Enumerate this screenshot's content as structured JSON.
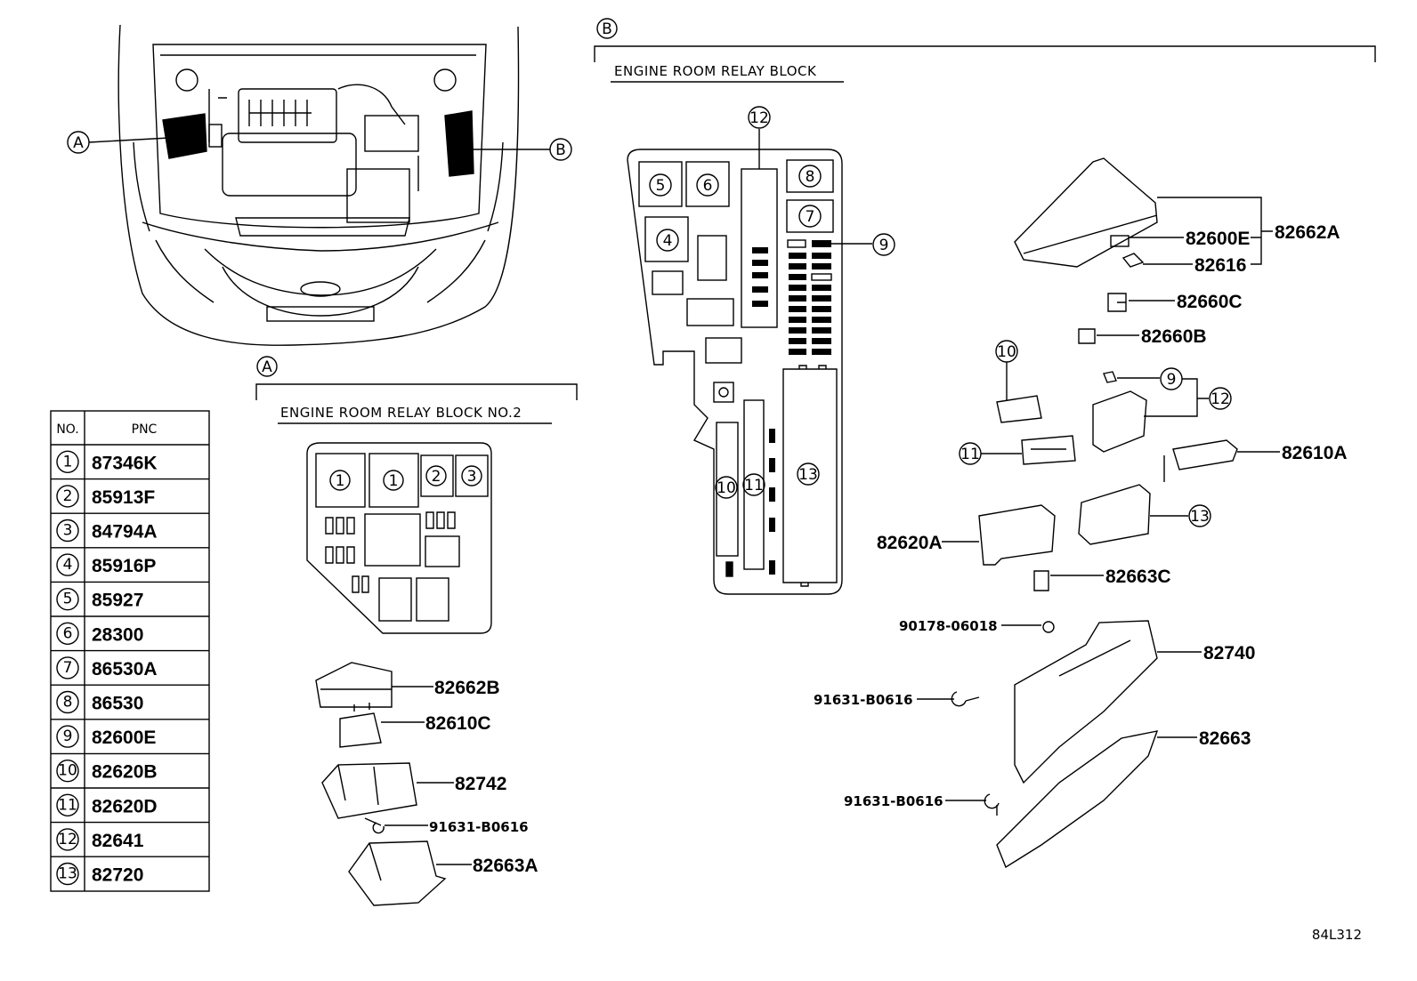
{
  "callouts": {
    "a": "A",
    "b": "B"
  },
  "section_a": {
    "title": "ENGINE ROOM RELAY BLOCK  NO.2",
    "block_labels": [
      "1",
      "1",
      "2",
      "3"
    ],
    "parts": [
      "82662B",
      "82610C",
      "82742",
      "91631-B0616",
      "82663A"
    ]
  },
  "section_b": {
    "title": "ENGINE ROOM RELAY BLOCK",
    "block_labels": [
      "5",
      "6",
      "8",
      "7",
      "4",
      "12",
      "9",
      "10",
      "11",
      "13"
    ],
    "parts": [
      "82600E",
      "82662A",
      "82616",
      "82660C",
      "82660B",
      "82610A",
      "82620A",
      "82663C",
      "90178-06018",
      "82740",
      "91631-B0616",
      "82663",
      "91631-B0616"
    ],
    "ref_numbers": [
      "10",
      "9",
      "12",
      "11",
      "13"
    ]
  },
  "table": {
    "headers": [
      "NO.",
      "PNC"
    ],
    "rows": [
      {
        "no": "1",
        "pnc": "87346K"
      },
      {
        "no": "2",
        "pnc": "85913F"
      },
      {
        "no": "3",
        "pnc": "84794A"
      },
      {
        "no": "4",
        "pnc": "85916P"
      },
      {
        "no": "5",
        "pnc": "85927"
      },
      {
        "no": "6",
        "pnc": "28300"
      },
      {
        "no": "7",
        "pnc": "86530A"
      },
      {
        "no": "8",
        "pnc": "86530"
      },
      {
        "no": "9",
        "pnc": "82600E"
      },
      {
        "no": "10",
        "pnc": "82620B"
      },
      {
        "no": "11",
        "pnc": "82620D"
      },
      {
        "no": "12",
        "pnc": "82641"
      },
      {
        "no": "13",
        "pnc": "82720"
      }
    ]
  },
  "diagram_code": "84L312"
}
